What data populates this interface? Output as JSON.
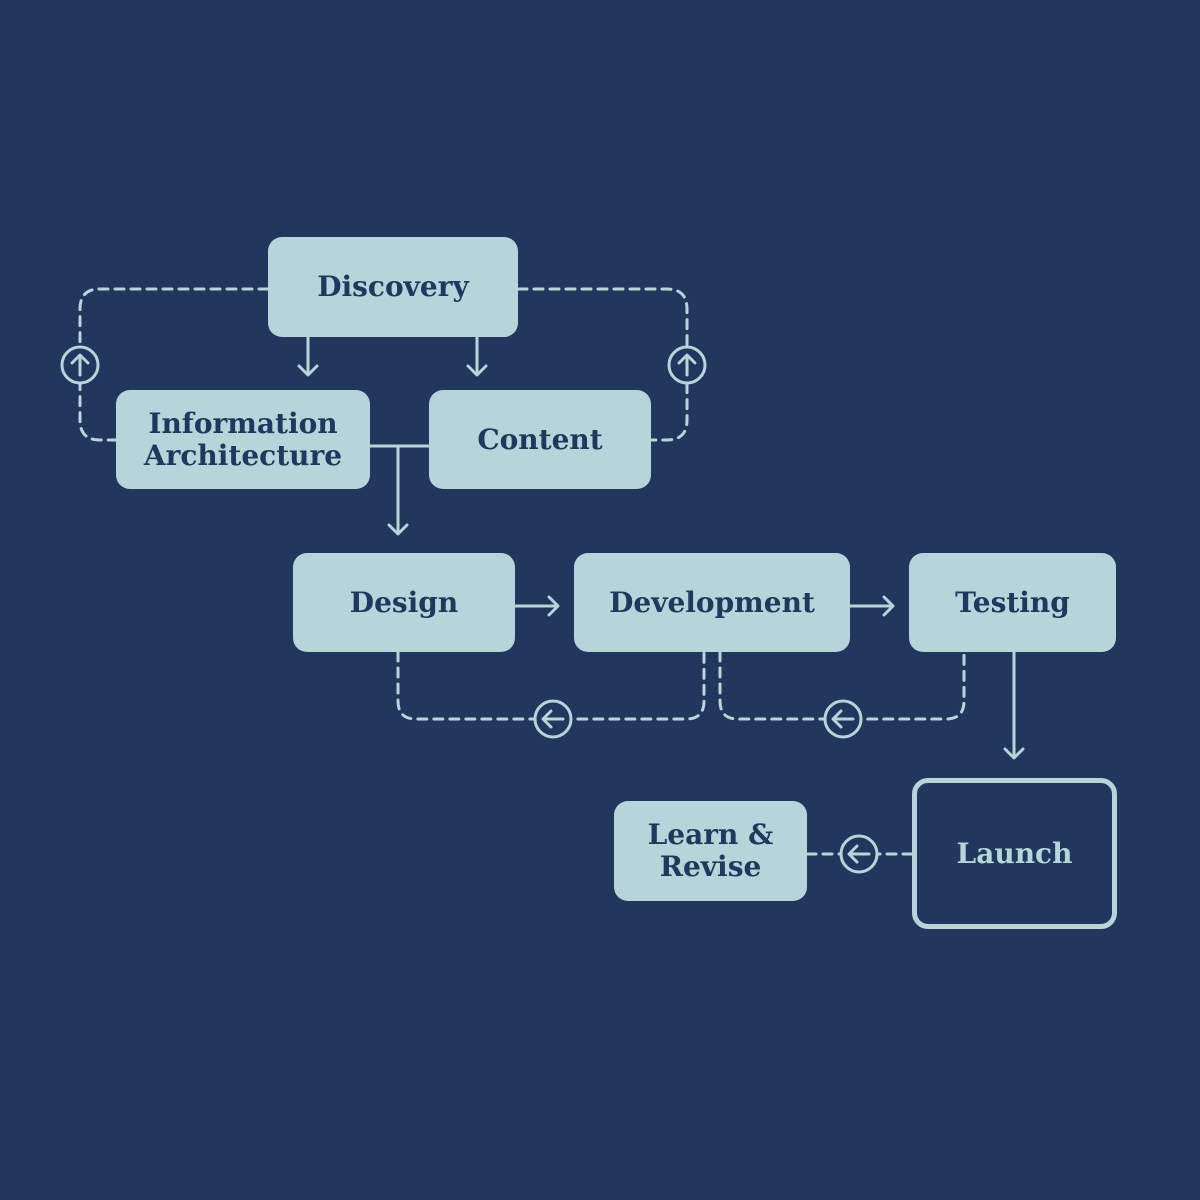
{
  "diagram": {
    "type": "flowchart",
    "colors": {
      "background": "#21375e",
      "node_fill": "#b6d4d9",
      "node_text": "#21375e",
      "connector": "#b6d4d9"
    },
    "nodes": [
      {
        "id": "discovery",
        "label": "Discovery",
        "style": "filled"
      },
      {
        "id": "information-architecture",
        "label": "Information\nArchitecture",
        "style": "filled"
      },
      {
        "id": "content",
        "label": "Content",
        "style": "filled"
      },
      {
        "id": "design",
        "label": "Design",
        "style": "filled"
      },
      {
        "id": "development",
        "label": "Development",
        "style": "filled"
      },
      {
        "id": "testing",
        "label": "Testing",
        "style": "filled"
      },
      {
        "id": "launch",
        "label": "Launch",
        "style": "outline"
      },
      {
        "id": "learn-revise",
        "label": "Learn &\nRevise",
        "style": "filled"
      }
    ],
    "edges": [
      {
        "from": "discovery",
        "to": "information-architecture",
        "kind": "solid-arrow"
      },
      {
        "from": "discovery",
        "to": "content",
        "kind": "solid-arrow"
      },
      {
        "from": "information-architecture",
        "to": "design",
        "kind": "solid-merge-arrow"
      },
      {
        "from": "content",
        "to": "design",
        "kind": "solid-merge-arrow"
      },
      {
        "from": "design",
        "to": "development",
        "kind": "solid-arrow"
      },
      {
        "from": "development",
        "to": "testing",
        "kind": "solid-arrow"
      },
      {
        "from": "testing",
        "to": "launch",
        "kind": "solid-arrow"
      },
      {
        "from": "information-architecture",
        "to": "discovery",
        "kind": "dashed-feedback",
        "icon": "arrow-up-circle-icon"
      },
      {
        "from": "content",
        "to": "discovery",
        "kind": "dashed-feedback",
        "icon": "arrow-up-circle-icon"
      },
      {
        "from": "development",
        "to": "design",
        "kind": "dashed-feedback",
        "icon": "arrow-left-circle-icon"
      },
      {
        "from": "testing",
        "to": "development",
        "kind": "dashed-feedback",
        "icon": "arrow-left-circle-icon"
      },
      {
        "from": "launch",
        "to": "learn-revise",
        "kind": "dashed-feedback",
        "icon": "arrow-left-circle-icon"
      }
    ]
  }
}
